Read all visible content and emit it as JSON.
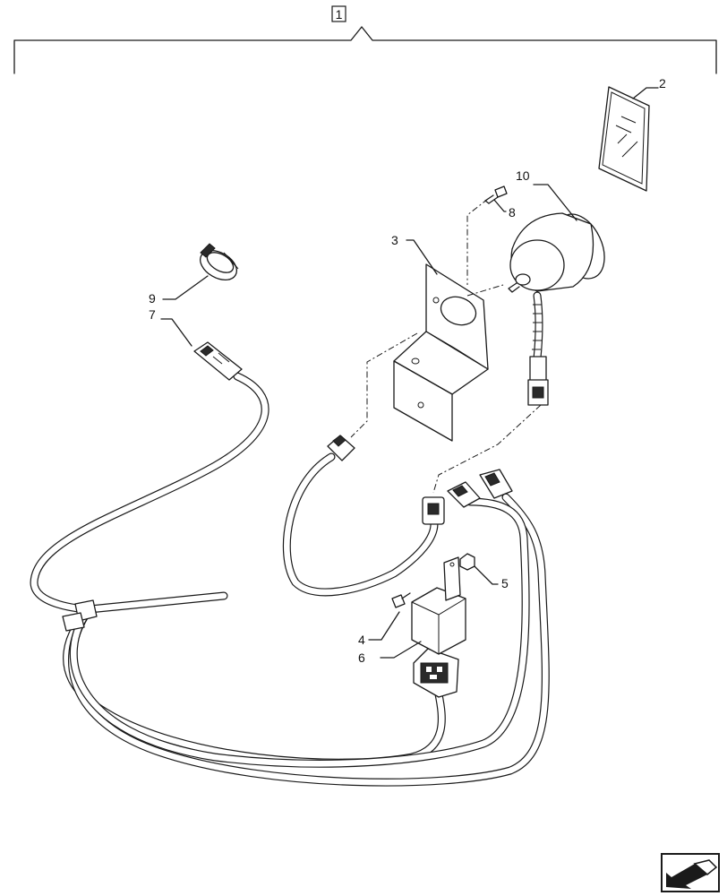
{
  "diagram": {
    "assembly_callout": "1",
    "callouts": [
      "2",
      "3",
      "4",
      "5",
      "6",
      "7",
      "8",
      "9",
      "10"
    ]
  },
  "navigation": {
    "icon": "arrow-down-left-icon"
  }
}
